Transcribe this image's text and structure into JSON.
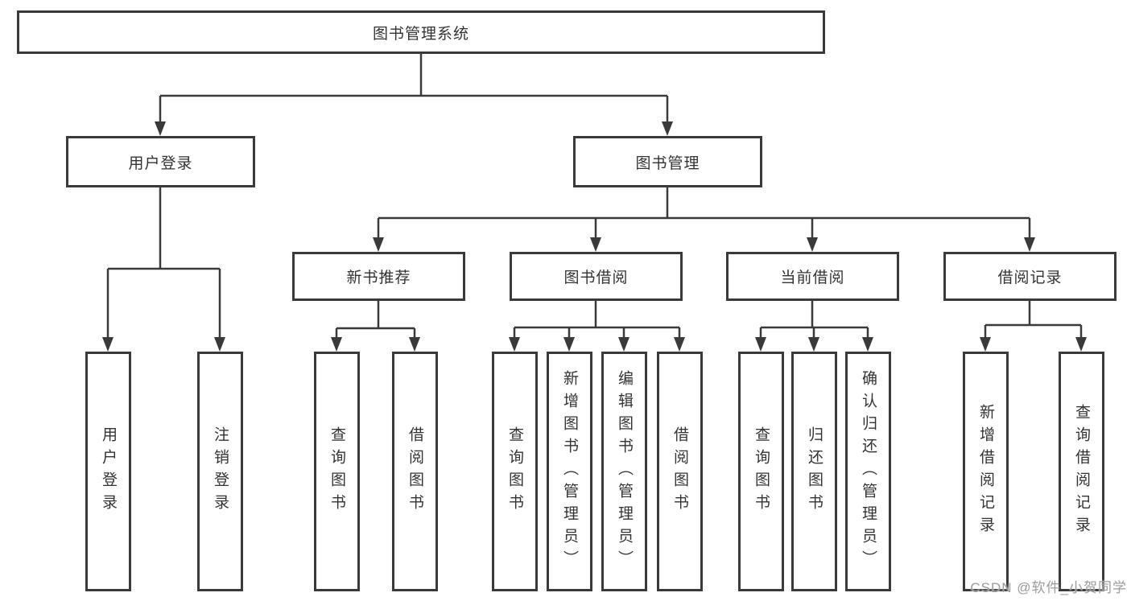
{
  "diagram": {
    "root": {
      "label": "图书管理系统"
    },
    "level2": [
      {
        "label": "用户登录"
      },
      {
        "label": "图书管理"
      }
    ],
    "level3": [
      {
        "label": "新书推荐"
      },
      {
        "label": "图书借阅"
      },
      {
        "label": "当前借阅"
      },
      {
        "label": "借阅记录"
      }
    ],
    "leaves": {
      "user_login": [
        "用户登录",
        "注销登录"
      ],
      "new_book": [
        "查询图书",
        "借阅图书"
      ],
      "book_borrow": [
        "查询图书",
        "新增图书（管理员）",
        "编辑图书（管理员）",
        "借阅图书"
      ],
      "current_borrow": [
        "查询图书",
        "归还图书",
        "确认归还（管理员）"
      ],
      "borrow_records": [
        "新增借阅记录",
        "查询借阅记录"
      ]
    }
  },
  "watermark": {
    "text": "CSDN @软件_小贺同学"
  },
  "colors": {
    "line": "#3a3a3a",
    "text": "#333333",
    "watermark": "#9b9b9b",
    "background": "#ffffff"
  }
}
